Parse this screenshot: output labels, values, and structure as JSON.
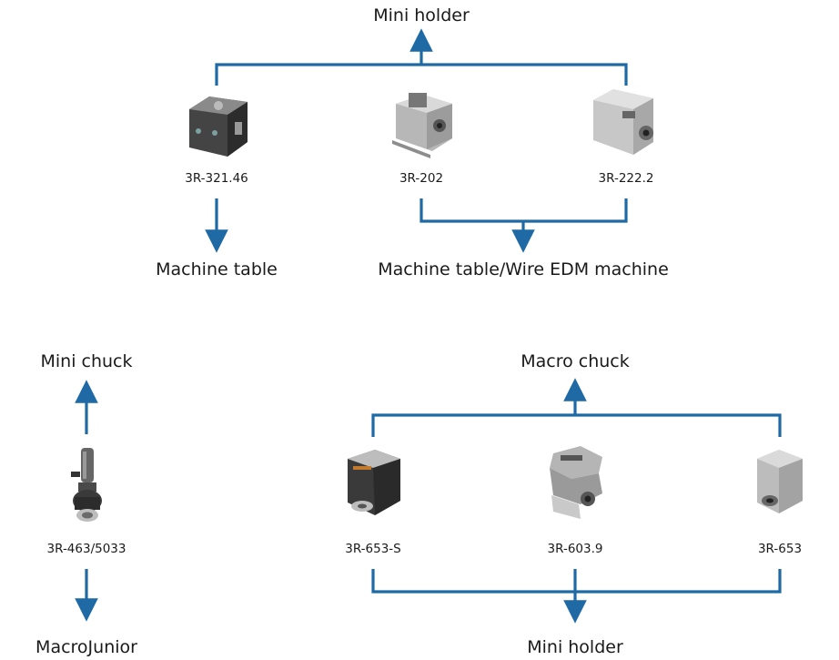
{
  "colors": {
    "connector": "#1f6aa5",
    "text": "#1a1a1a",
    "metal_dark": "#3a3a3a",
    "metal_light": "#c4c4c4"
  },
  "top_group": {
    "target_label": "Mini holder",
    "products": [
      "3R-321.46",
      "3R-202",
      "3R-222.2"
    ],
    "left_output": "Machine table",
    "right_output": "Machine table/Wire EDM machine"
  },
  "left_group": {
    "target_label": "Mini chuck",
    "product": "3R-463/5033",
    "output": "MacroJunior"
  },
  "right_group": {
    "target_label": "Macro chuck",
    "products": [
      "3R-653-S",
      "3R-603.9",
      "3R-653"
    ],
    "output": "Mini holder"
  }
}
